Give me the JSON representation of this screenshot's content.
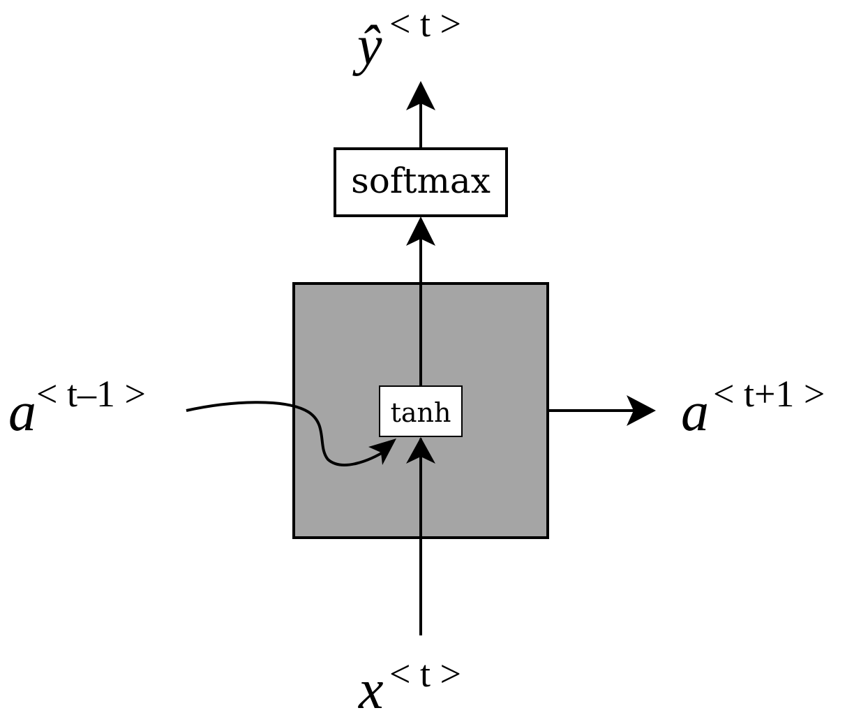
{
  "diagram": {
    "title": "RNN cell",
    "colors": {
      "cell_fill": "#a5a5a5",
      "stroke": "#000000",
      "box_fill": "#ffffff"
    },
    "nodes": {
      "output": {
        "base": "ŷ",
        "superscript": "< t >"
      },
      "softmax": {
        "label": "softmax"
      },
      "cell": {
        "label": ""
      },
      "tanh": {
        "label": "tanh"
      },
      "prev_activation": {
        "base": "a",
        "superscript": "< t–1 >"
      },
      "next_activation": {
        "base": "a",
        "superscript": "< t+1 >"
      },
      "input": {
        "base": "x",
        "superscript": "< t >"
      }
    },
    "edges": [
      {
        "from": "input",
        "to": "tanh"
      },
      {
        "from": "prev_activation",
        "to": "tanh"
      },
      {
        "from": "tanh",
        "to": "softmax"
      },
      {
        "from": "softmax",
        "to": "output"
      },
      {
        "from": "cell",
        "to": "next_activation"
      }
    ]
  }
}
